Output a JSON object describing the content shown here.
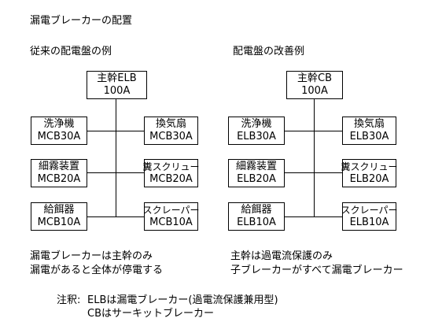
{
  "title": "漏電ブレーカーの配置",
  "left": {
    "heading": "従来の配電盤の例",
    "main": {
      "name": "主幹ELB",
      "rating": "100A"
    },
    "branches": [
      {
        "name": "洗浄機",
        "rating": "MCB30A"
      },
      {
        "name": "換気扇",
        "rating": "MCB30A"
      },
      {
        "name": "細霧装置",
        "rating": "MCB20A"
      },
      {
        "name": "糞スクリュー",
        "rating": "MCB20A"
      },
      {
        "name": "給餌器",
        "rating": "MCB10A"
      },
      {
        "name": "スクレーパー",
        "rating": "MCB10A"
      }
    ],
    "note1": "漏電ブレーカーは主幹のみ",
    "note2": "漏電があると全体が停電する"
  },
  "right": {
    "heading": "配電盤の改善例",
    "main": {
      "name": "主幹CB",
      "rating": "100A"
    },
    "branches": [
      {
        "name": "洗浄機",
        "rating": "ELB30A"
      },
      {
        "name": "換気扇",
        "rating": "ELB30A"
      },
      {
        "name": "細霧装置",
        "rating": "ELB20A"
      },
      {
        "name": "糞スクリュー",
        "rating": "ELB20A"
      },
      {
        "name": "給餌器",
        "rating": "ELB10A"
      },
      {
        "name": "スクレーパー",
        "rating": "ELB10A"
      }
    ],
    "note1": "主幹は過電流保護のみ",
    "note2": "子ブレーカーがすべて漏電ブレーカー"
  },
  "footnote": {
    "label": "注釈:",
    "line1": "ELBは漏電ブレーカー(過電流保護兼用型)",
    "line2": "CBはサーキットブレーカー"
  }
}
